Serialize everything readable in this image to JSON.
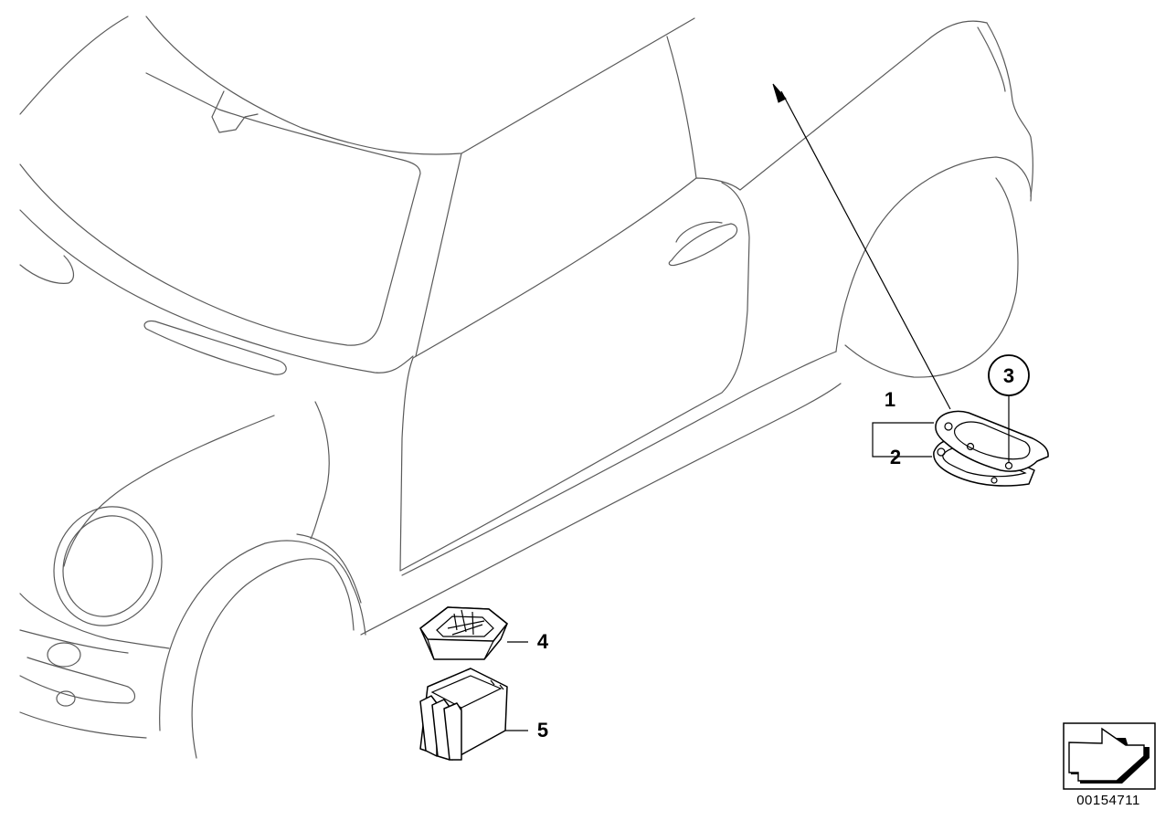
{
  "diagram": {
    "callouts": [
      {
        "id": "1",
        "label": "1"
      },
      {
        "id": "2",
        "label": "2"
      },
      {
        "id": "3",
        "label": "3"
      },
      {
        "id": "4",
        "label": "4"
      },
      {
        "id": "5",
        "label": "5"
      }
    ],
    "document_number": "00154711",
    "icons": {
      "direction_badge": "arrow-left-down-icon"
    },
    "colors": {
      "line": "#000000",
      "car_outline": "#5a5a5a",
      "background": "#ffffff"
    }
  }
}
